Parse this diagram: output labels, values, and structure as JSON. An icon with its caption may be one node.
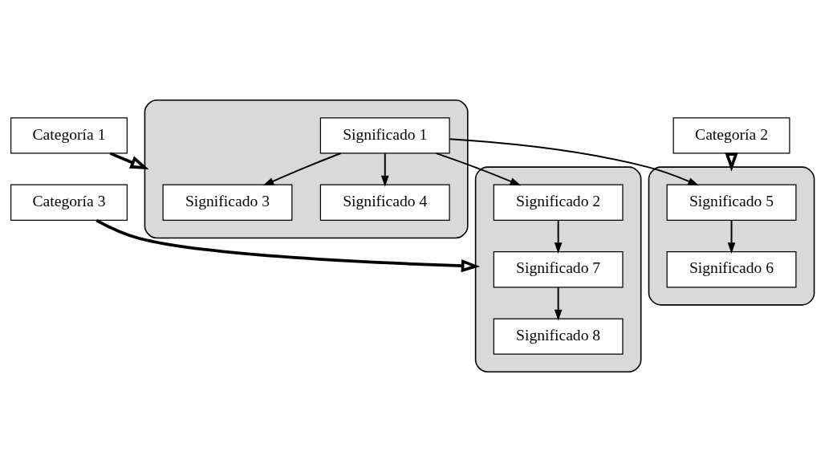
{
  "diagram": {
    "nodes": [
      {
        "text": [
          "Categoría 3"
        ]
      },
      {
        "text": [],
        "shape": "box"
      },
      {
        "text": [
          "Significado 8"
        ],
        "in": 1
      },
      {
        "text": [
          "Significado 7"
        ],
        "in": 1
      },
      {
        "text": [
          "Significado 2"
        ],
        "in": 1
      },
      {
        "text": [
          "Categoría 1"
        ]
      },
      {
        "text": [
          "Categoría 2"
        ]
      },
      {
        "text": [],
        "shape": "box"
      },
      {
        "text": [],
        "shape": "box"
      },
      {
        "text": [
          "Significado 6"
        ],
        "in": 8
      },
      {
        "text": [
          "Significado 5"
        ],
        "in": 8
      },
      {
        "text": [
          "Significado 1"
        ],
        "in": 7
      },
      {
        "text": [
          "Significado 3"
        ],
        "in": 7
      },
      {
        "text": [
          "Significado 4"
        ],
        "in": 7
      }
    ],
    "edges": [
      {
        "from": 0,
        "to": 1,
        "arrow": "to",
        "style": "thick"
      },
      {
        "from": 5,
        "to": 7,
        "arrow": "to",
        "style": "thick"
      },
      {
        "from": 6,
        "to": 8,
        "arrow": "to",
        "style": "thick"
      },
      {
        "from": 11,
        "to": 4,
        "arrow": "to"
      },
      {
        "from": 4,
        "to": 3,
        "arrow": "to"
      },
      {
        "from": 3,
        "to": 2,
        "arrow": "to"
      },
      {
        "from": 11,
        "to": 10,
        "arrow": "to"
      },
      {
        "from": 10,
        "to": 9,
        "arrow": "to"
      },
      {
        "from": 11,
        "to": 12,
        "arrow": "to"
      },
      {
        "from": 11,
        "to": 13,
        "arrow": "to"
      }
    ]
  }
}
